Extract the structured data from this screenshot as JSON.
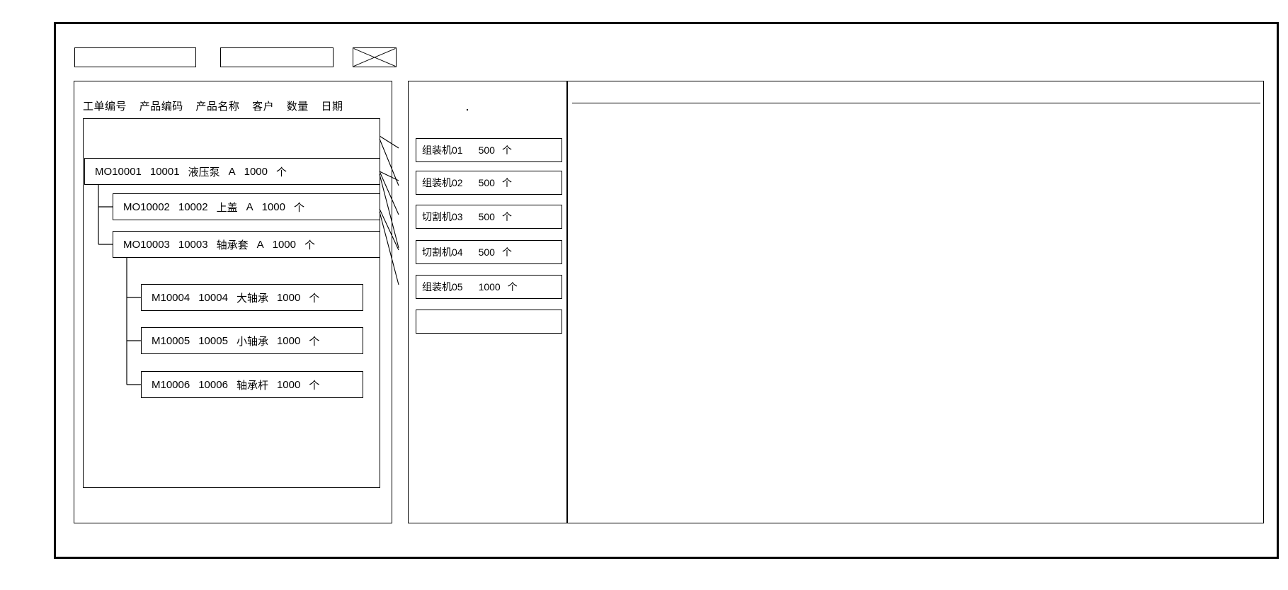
{
  "window": {
    "title": ""
  },
  "toolbar": {
    "field_1_value": "",
    "field_2_value": "",
    "cross_icon": "crossed-box-icon"
  },
  "left_panel": {
    "name": "work-order-tree-panel",
    "columns": [
      "工单编号",
      "产品编码",
      "产品名称",
      "客户",
      "数量",
      "日期"
    ],
    "rows": [
      {
        "level": 0,
        "order_no": "MO10001",
        "product_code": "10001",
        "product_name": "液压泵",
        "customer": "A",
        "quantity": "1000",
        "unit": "个",
        "date": ""
      },
      {
        "level": 1,
        "order_no": "MO10002",
        "product_code": "10002",
        "product_name": "上盖",
        "customer": "A",
        "quantity": "1000",
        "unit": "个",
        "date": ""
      },
      {
        "level": 1,
        "order_no": "MO10003",
        "product_code": "10003",
        "product_name": "轴承套",
        "customer": "A",
        "quantity": "1000",
        "unit": "个",
        "date": ""
      },
      {
        "level": 2,
        "order_no": "M10004",
        "product_code": "10004",
        "product_name": "大轴承",
        "customer": "",
        "quantity": "1000",
        "unit": "个",
        "date": ""
      },
      {
        "level": 2,
        "order_no": "M10005",
        "product_code": "10005",
        "product_name": "小轴承",
        "customer": "",
        "quantity": "1000",
        "unit": "个",
        "date": ""
      },
      {
        "level": 2,
        "order_no": "M10006",
        "product_code": "10006",
        "product_name": "轴承杆",
        "customer": "",
        "quantity": "1000",
        "unit": "个",
        "date": ""
      }
    ]
  },
  "mid_panel": {
    "name": "machine-assignment-panel",
    "machines": [
      {
        "machine": "组装机01",
        "quantity": "500",
        "unit": "个"
      },
      {
        "machine": "组装机02",
        "quantity": "500",
        "unit": "个"
      },
      {
        "machine": "切割机03",
        "quantity": "500",
        "unit": "个"
      },
      {
        "machine": "切割机04",
        "quantity": "500",
        "unit": "个"
      },
      {
        "machine": "组装机05",
        "quantity": "1000",
        "unit": "个"
      },
      {
        "machine": "",
        "quantity": "",
        "unit": ""
      }
    ]
  },
  "right_panel": {
    "name": "detail-grid-panel",
    "header_text": "",
    "body_text": ""
  },
  "colors": {
    "stroke": "#000000",
    "background": "#ffffff"
  }
}
